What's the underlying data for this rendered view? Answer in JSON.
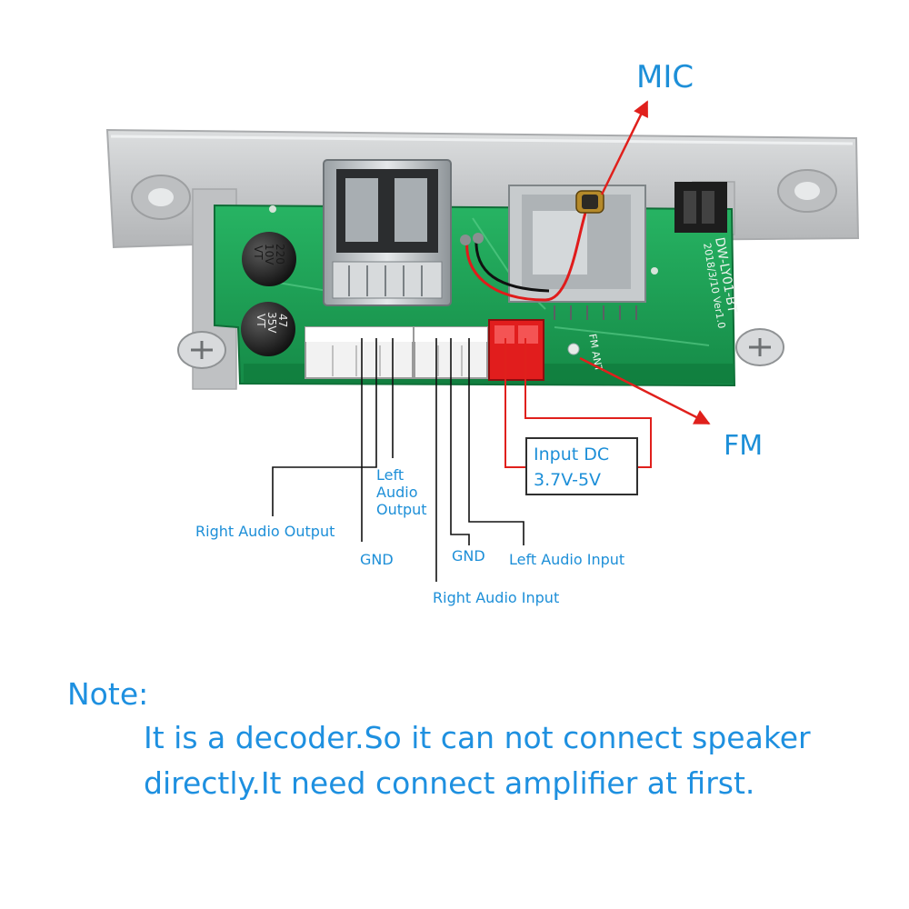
{
  "labels": {
    "mic": "MIC",
    "fm": "FM",
    "input_dc_line1": "Input DC",
    "input_dc_line2": "3.7V-5V",
    "right_audio_output": "Right Audio Output",
    "gnd_left": "GND",
    "left_audio_output_line1": "Left",
    "left_audio_output_line2": "Audio",
    "left_audio_output_line3": "Output",
    "gnd_right": "GND",
    "left_audio_input": "Left Audio Input",
    "right_audio_input": "Right Audio Input"
  },
  "board": {
    "cap1_line1": "220",
    "cap1_line2": "10V",
    "cap1_line3": "VT",
    "cap2_line1": "47",
    "cap2_line2": "35V",
    "cap2_line3": "VT",
    "model": "DW-LY01-BT",
    "date": "2018/3/10 Ver1.0",
    "fm_ant": "FM ANT"
  },
  "note": {
    "title": "Note:",
    "line1": "It is a decoder.So it can not connect speaker",
    "line2": "directly.It need connect amplifier at first."
  },
  "colors": {
    "label_blue": "#1d8fd8",
    "pcb_green": "#1fa35a",
    "panel_grey": "#c9cbcd",
    "arrow_red": "#e0201c"
  }
}
